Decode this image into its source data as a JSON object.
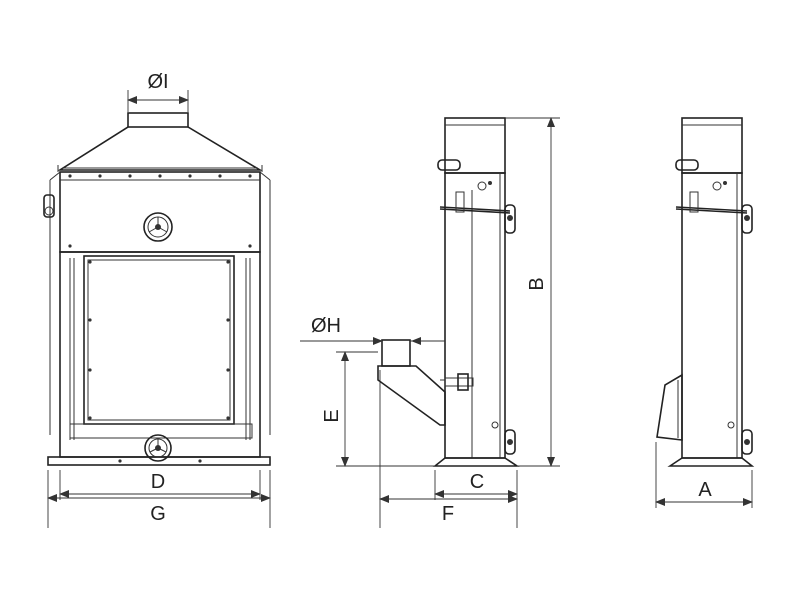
{
  "diagram": {
    "labels": {
      "dia_I": "ØI",
      "dia_H": "ØH",
      "D": "D",
      "G": "G",
      "E": "E",
      "C": "C",
      "F": "F",
      "B": "B",
      "A": "A"
    },
    "colors": {
      "line": "#333333",
      "background": "#ffffff",
      "panel": "#f4f4f4"
    },
    "icons": [
      "handwheel-icon",
      "wheel-handle-icon"
    ]
  }
}
